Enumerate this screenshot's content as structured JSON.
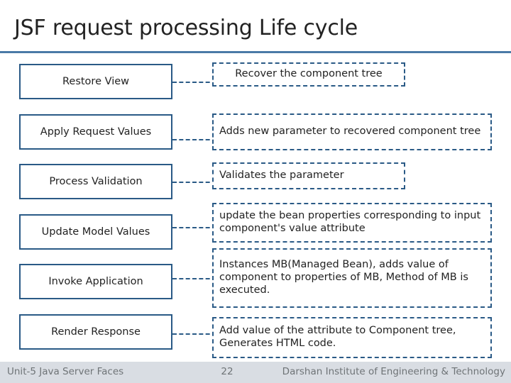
{
  "slide": {
    "title": "JSF request processing Life cycle",
    "accent_color": "#4a7aa7",
    "box_border_color": "#2a5a86",
    "phases": [
      {
        "label": "Restore View",
        "description": "Recover the component tree"
      },
      {
        "label": "Apply Request Values",
        "description": "Adds new parameter to recovered component tree"
      },
      {
        "label": "Process Validation",
        "description": "Validates the parameter"
      },
      {
        "label": "Update Model Values",
        "description": "update the bean properties corresponding to input component's value attribute"
      },
      {
        "label": "Invoke Application",
        "description": "Instances MB(Managed Bean), adds value of component to properties of MB, Method of MB is executed."
      },
      {
        "label": "Render Response",
        "description": "Add value of the attribute to Component tree, Generates HTML code."
      }
    ]
  },
  "footer": {
    "left": "Unit-5 Java Server Faces",
    "page_number": "22",
    "right": "Darshan Institute of Engineering & Technology"
  }
}
